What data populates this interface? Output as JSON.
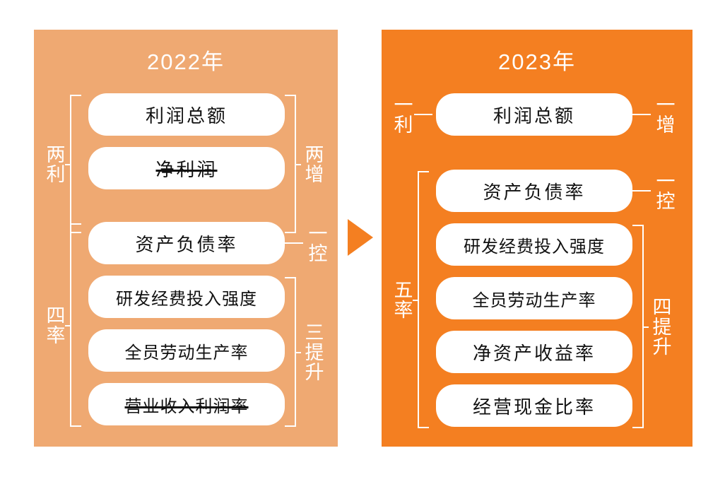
{
  "arrow": {
    "icon": "right-triangle-arrow-icon",
    "color": "#f47f21"
  },
  "colors": {
    "panel_2022_bg": "#efa972",
    "panel_2023_bg": "#f47f21",
    "pill_bg": "#ffffff",
    "pill_text": "#111111",
    "label_text": "#ffffff"
  },
  "panels": [
    {
      "id": "panel-2022",
      "title": "2022年",
      "metrics": [
        {
          "label": "利润总额",
          "struck": false
        },
        {
          "label": "净利润",
          "struck": true
        },
        {
          "label": "资产负债率",
          "struck": false
        },
        {
          "label": "研发经费投入强度",
          "struck": false
        },
        {
          "label": "全员劳动生产率",
          "struck": false
        },
        {
          "label": "营业收入利润率",
          "struck": true
        }
      ],
      "left_groups": [
        {
          "label": "两利",
          "kind": "bracket"
        },
        {
          "label": "四率",
          "kind": "bracket"
        }
      ],
      "right_groups": [
        {
          "label": "两增",
          "kind": "bracket"
        },
        {
          "label": "一控",
          "kind": "connector"
        },
        {
          "label": "三提升",
          "kind": "bracket"
        }
      ]
    },
    {
      "id": "panel-2023",
      "title": "2023年",
      "metrics": [
        {
          "label": "利润总额",
          "struck": false
        },
        {
          "label": "资产负债率",
          "struck": false
        },
        {
          "label": "研发经费投入强度",
          "struck": false
        },
        {
          "label": "全员劳动生产率",
          "struck": false
        },
        {
          "label": "净资产收益率",
          "struck": false
        },
        {
          "label": "经营现金比率",
          "struck": false
        }
      ],
      "left_groups": [
        {
          "label": "一利",
          "kind": "connector"
        },
        {
          "label": "五率",
          "kind": "bracket"
        }
      ],
      "right_groups": [
        {
          "label": "一增",
          "kind": "connector"
        },
        {
          "label": "一控",
          "kind": "connector"
        },
        {
          "label": "四提升",
          "kind": "bracket"
        }
      ]
    }
  ]
}
